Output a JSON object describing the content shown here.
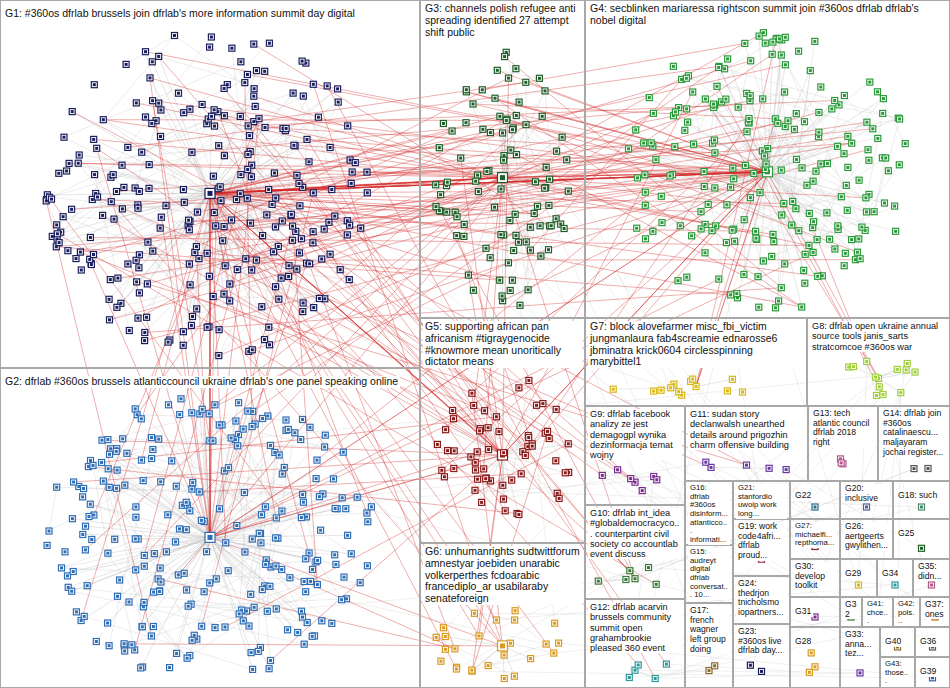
{
  "diagram": {
    "nodes": [
      {
        "text": [
          "G1: #360os dfrlab brussels join dfrlab's more information summit day digital"
        ]
      },
      {
        "text": [
          "G2: dfrlab #360os brussels atlanticcouncil ukraine dfrlab's one panel speaking online"
        ]
      },
      {
        "text": [
          "G3: channels polish refugee anti spreading identified 27 attempt shift public"
        ]
      },
      {
        "text": [
          "G4: secblinken mariaressa rightscon summit join #360os dfrlab dfrlab's nobel digital"
        ]
      },
      {
        "text": [
          "G5: supporting african pan africanism #tigraygenocide #knowmore mean unoritically dictator means"
        ]
      },
      {
        "text": [
          "G6: unhumanrights sudtwittforum amnestyar joebiden unarabic volkerperthes fcdoarabic francediplo_ar usabilaraby senateforeign"
        ]
      },
      {
        "text": [
          "G7: block alovefarmer misc_fbi_victim jungmanlaura fab4screamie ednarosse6 jbminatra krick0604 circlesspinning marybittel1"
        ]
      },
      {
        "text": [
          "G8: dfrlab open ukraine annual source tools janis_sarts stratcomcoe #360os war"
        ]
      },
      {
        "text": [
          "G9: dfrlab facebook analizy ze jest demagogpl wynika dezinformacja temat wojny"
        ]
      },
      {
        "text": [
          "G10: dfrlab int_idea #globaldemocracyco... counterpartint civil society co accountlab event discuss"
        ]
      },
      {
        "text": [
          "G11: sudan story declanwalsh unearthed details around prigozhin charm offensive building"
        ]
      },
      {
        "text": [
          "G12: dfrlab acarvin brussels community summit open grahambrookie pleased 360 event"
        ]
      },
      {
        "text": [
          "G13: tech atlantic council dfrlab 2018 right"
        ]
      },
      {
        "text": [
          "G14: dfrlab join #360os catalinaescu... maljayaram jochai register..."
        ]
      },
      {
        "text": [
          "G15: audreyt digital dfrlab conversat... 10..."
        ]
      },
      {
        "text": [
          "G16: dfrlab #360os disinform... atlanticco... informati..."
        ]
      },
      {
        "text": [
          "G17: french wagner left group doing"
        ]
      },
      {
        "text": [
          "G18: such"
        ]
      },
      {
        "text": [
          "G19: work code4afri... dfrlab proud..."
        ]
      },
      {
        "text": [
          "G20: inclusive"
        ]
      },
      {
        "text": [
          "G21: stanfordio uwoip work long..."
        ]
      },
      {
        "text": [
          "G22"
        ]
      },
      {
        "text": [
          "G23: #360os live dfrlab day..."
        ]
      },
      {
        "text": [
          "G24: thedrjon tnicholsmo iopartners..."
        ]
      },
      {
        "text": [
          "G25"
        ]
      },
      {
        "text": [
          "G26: aertgeerts gwylithen..."
        ]
      },
      {
        "text": [
          "G27: michaelfi... repthoma..."
        ]
      },
      {
        "text": [
          "G28"
        ]
      },
      {
        "text": [
          "G29"
        ]
      },
      {
        "text": [
          "G30: develop toolkit"
        ]
      },
      {
        "text": [
          "G31"
        ]
      },
      {
        "text": [
          "G32"
        ]
      },
      {
        "text": [
          "G33: anna... tez..."
        ]
      },
      {
        "text": [
          "G34"
        ]
      },
      {
        "text": [
          "G35: didn..."
        ]
      },
      {
        "text": [
          "G36"
        ]
      },
      {
        "text": [
          "G37: ones"
        ]
      },
      {
        "text": [
          "G39"
        ]
      },
      {
        "text": [
          "G40"
        ]
      },
      {
        "text": [
          "G41: chce..."
        ]
      },
      {
        "text": [
          "G42: pols..."
        ]
      },
      {
        "text": [
          "G43: those..."
        ]
      }
    ]
  }
}
